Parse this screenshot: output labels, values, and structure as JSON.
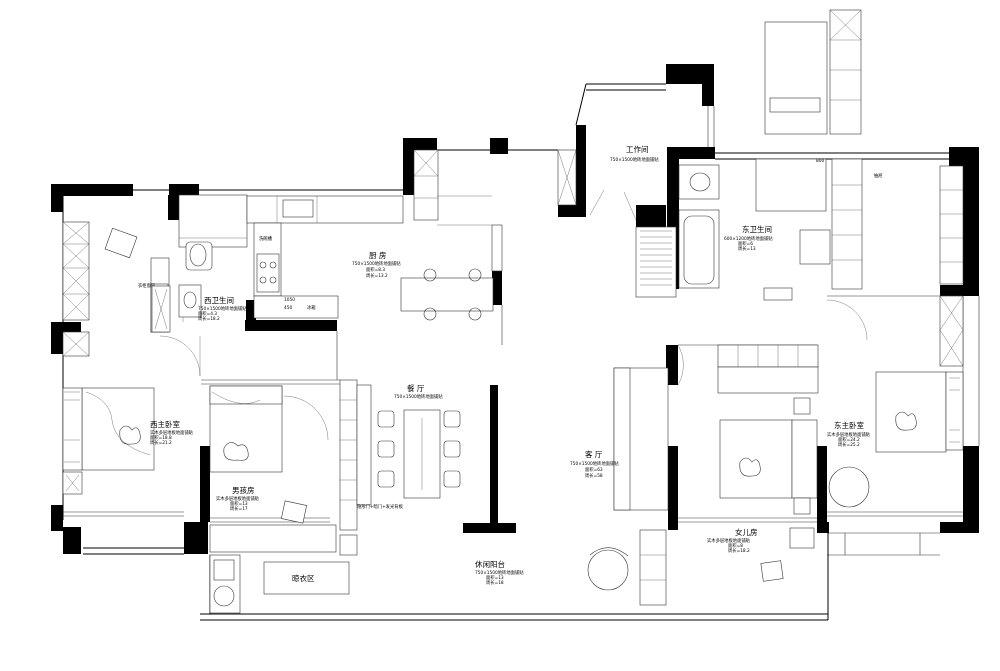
{
  "rooms": {
    "study": {
      "name": "工作间",
      "finish": "750×1500地砖地面铺贴"
    },
    "kitchen": {
      "name": "厨 房",
      "finish": "750×1500地砖地面铺贴",
      "area": "面积=8.3",
      "perimeter": "周长=13.2"
    },
    "west_bath": {
      "name": "西卫生间",
      "finish": "750×1500地砖地面铺贴",
      "area": "面积=4.3",
      "perimeter": "周长=18.2"
    },
    "east_bath": {
      "name": "东卫生间",
      "finish": "600×1200地砖地面铺贴",
      "area": "面积=6",
      "perimeter": "周长=13"
    },
    "west_master": {
      "name": "西主卧室",
      "finish": "实木多层地板地面铺贴",
      "area": "面积=18.8",
      "perimeter": "周长=21.2"
    },
    "boy_room": {
      "name": "男孩房",
      "finish": "实木多层地板地面铺贴",
      "area": "面积=13",
      "perimeter": "周长=17"
    },
    "dining": {
      "name": "餐 厅",
      "finish": "750×1500地砖地面铺贴"
    },
    "living": {
      "name": "客 厅",
      "finish": "750×1500地砖地面铺贴",
      "area": "面积=63",
      "perimeter": "周长=58"
    },
    "girl_room": {
      "name": "女儿房",
      "finish": "实木多层地板地面铺贴",
      "area": "面积=8",
      "perimeter": "周长=18.2"
    },
    "east_master": {
      "name": "东主卧室",
      "finish": "实木多层地板地面铺贴",
      "area": "面积=24.2",
      "perimeter": "周长=25.2"
    },
    "balcony": {
      "name": "休闲阳台",
      "finish": "750×1500地砖地面铺贴",
      "area": "面积=13",
      "perimeter": "周长=18"
    }
  },
  "notes": {
    "laundry": "晾衣区",
    "wardrobe_note": "衣柜窗帘",
    "dining_wall": "隐形门+暗门+发光背板",
    "drawer": "抽屉",
    "kitchen_sink": "洗碗槽",
    "kitchen_fridge": "冰箱",
    "kitchen_dim1": "1050",
    "kitchen_dim2": "450",
    "ebath_dim": "800"
  }
}
